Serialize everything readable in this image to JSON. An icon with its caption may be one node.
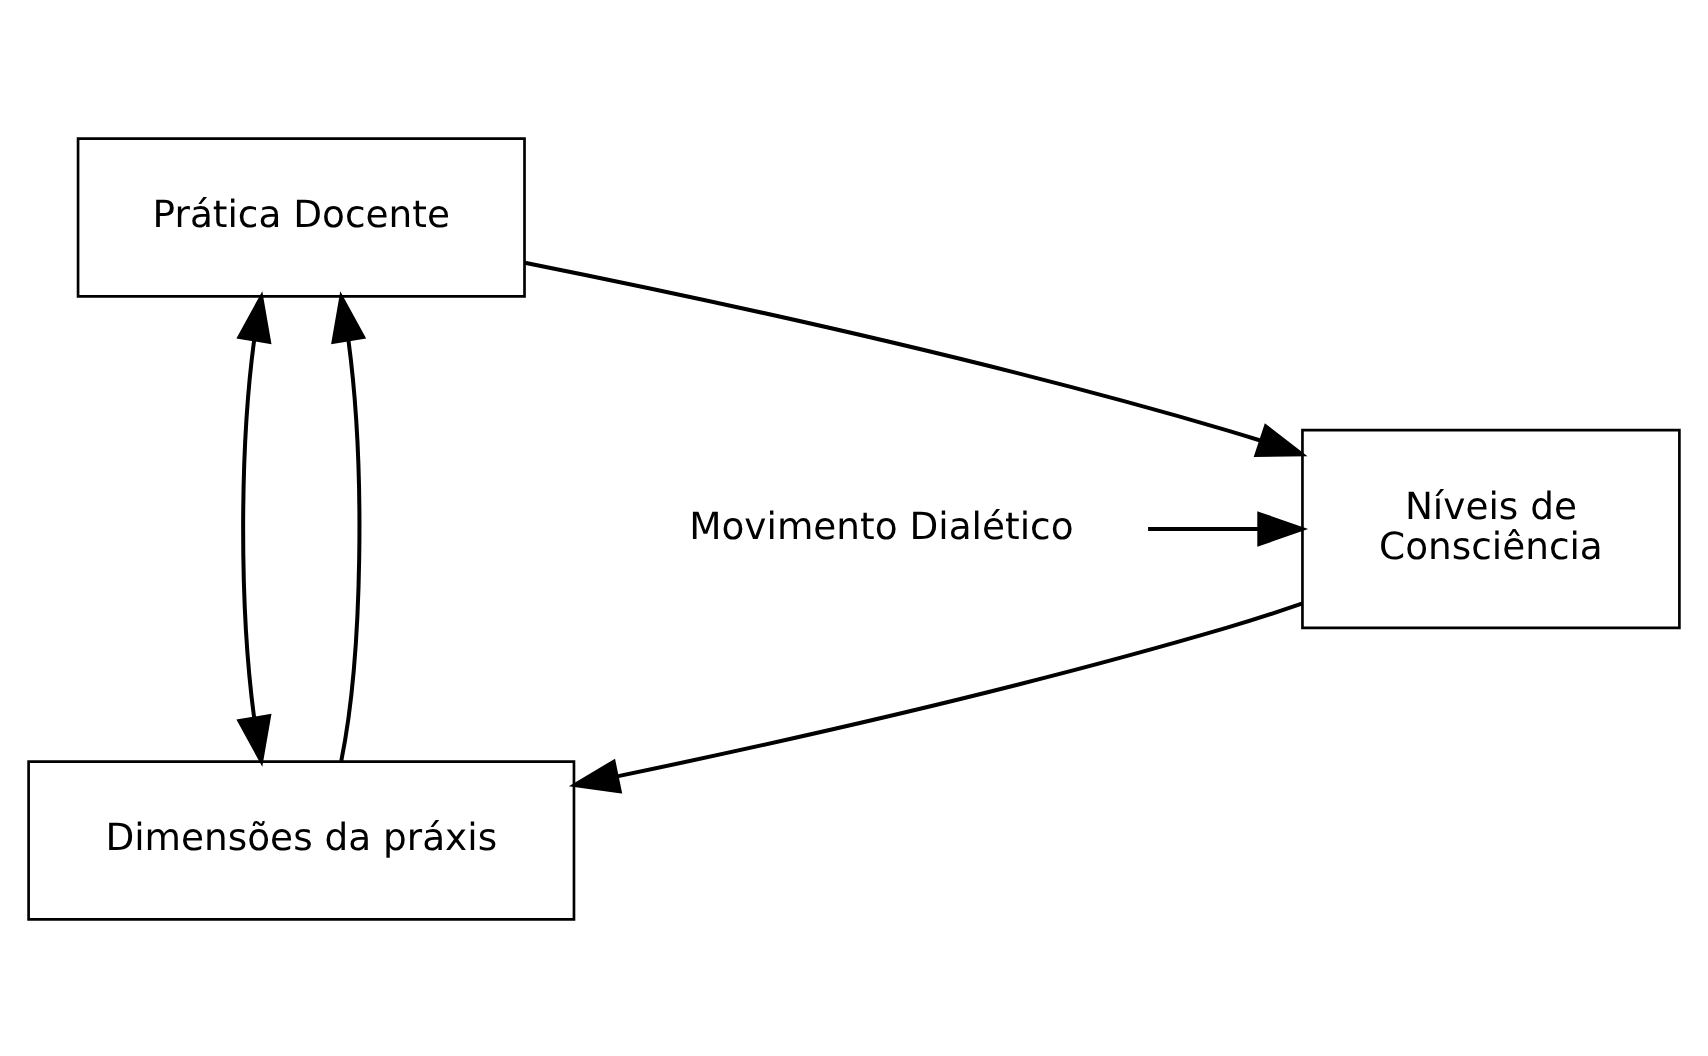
{
  "diagram": {
    "nodes": [
      {
        "text": [
          "Prática Docente"
        ]
      },
      {
        "text": [
          "Níveis de Consciência"
        ]
      },
      {
        "text": [
          "Dimensões da práxis"
        ]
      },
      {
        "text": [
          "Movimento Dialético"
        ]
      }
    ],
    "edges": [
      {
        "from": 0,
        "to": 1,
        "arrow": "to"
      },
      {
        "from": 1,
        "to": 2,
        "arrow": "to"
      },
      {
        "from": 2,
        "to": 0,
        "arrow": "to"
      },
      {
        "from": 0,
        "to": 2,
        "arrow": "both"
      },
      {
        "from": 3,
        "to": 1,
        "arrow": "to"
      }
    ]
  }
}
